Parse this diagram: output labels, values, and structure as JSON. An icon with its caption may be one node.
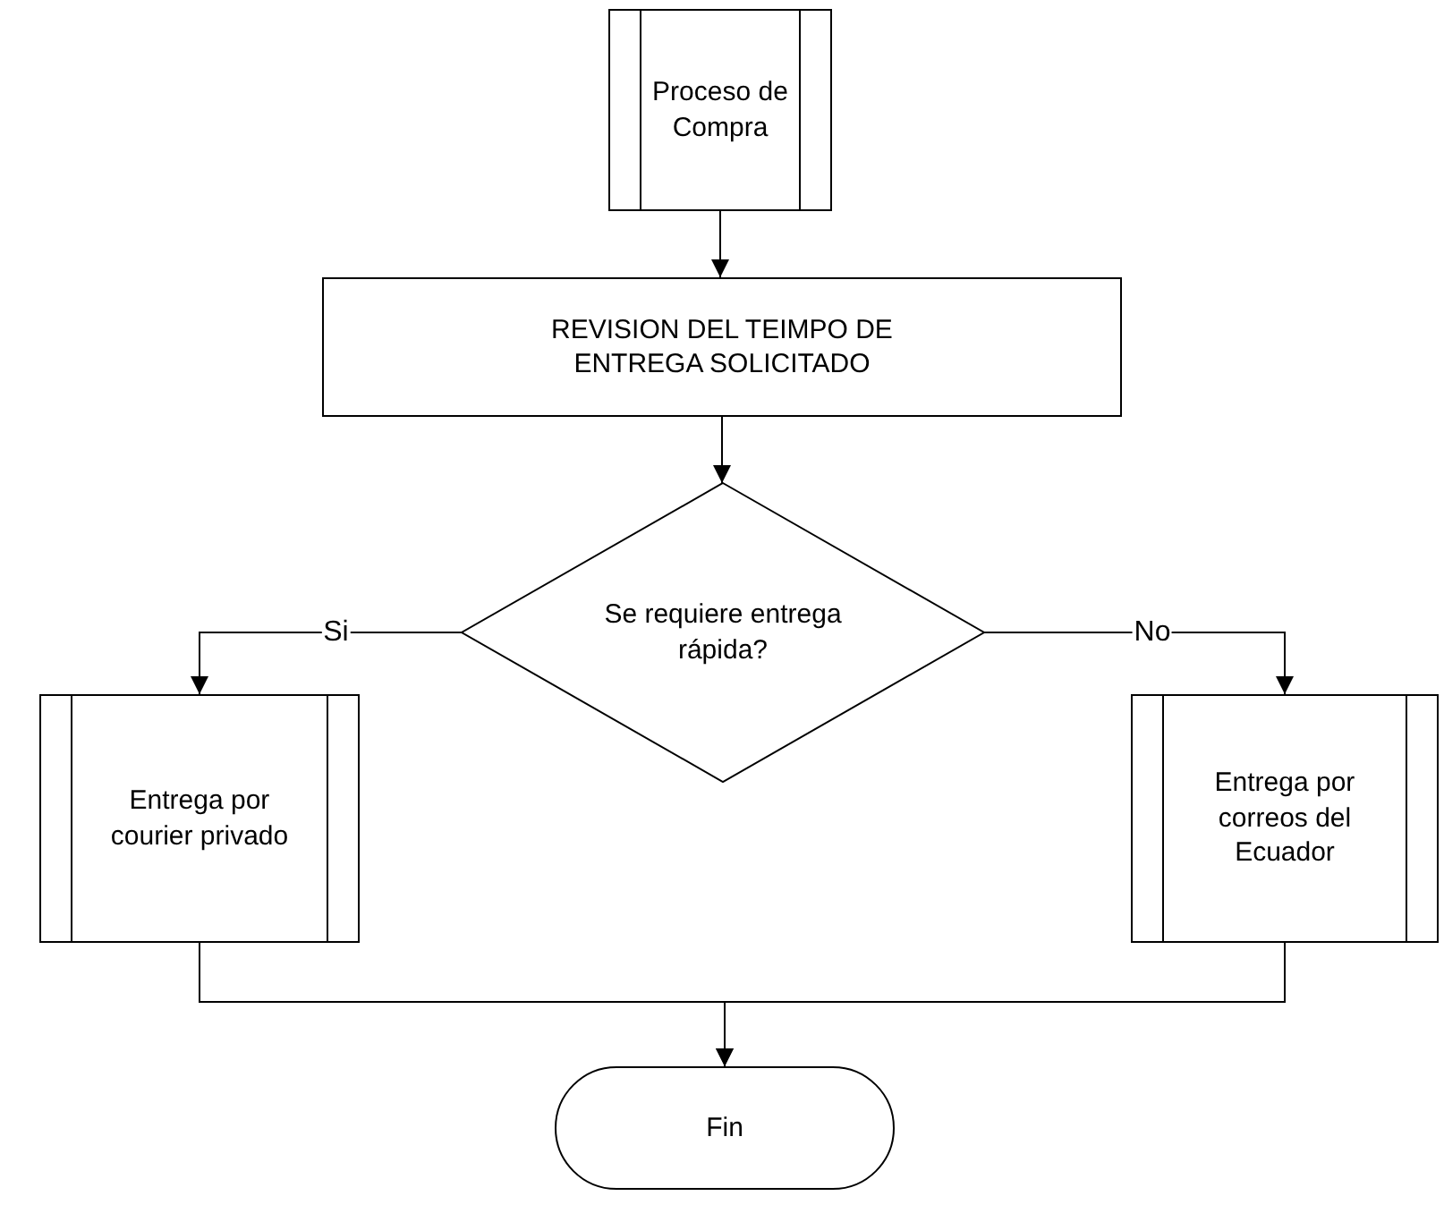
{
  "diagram": {
    "nodes": [
      {
        "text": [
          "Proceso de Compra"
        ]
      },
      {
        "text": [
          "REVISION DEL TEIMPO DE ENTREGA SOLICITADO"
        ]
      },
      {
        "text": [
          "Se requiere entrega rápida?"
        ]
      },
      {
        "text": [
          "Entrega por courier privado"
        ]
      },
      {
        "text": [
          "Entrega por correos del Ecuador"
        ]
      },
      {
        "text": [
          "Fin"
        ]
      }
    ],
    "edges": [
      {
        "from": 0,
        "to": 1,
        "arrow": "to"
      },
      {
        "from": 1,
        "to": 2,
        "arrow": "to"
      },
      {
        "from": 2,
        "to": 3,
        "arrow": "to",
        "label": "Si"
      },
      {
        "from": 2,
        "to": 4,
        "arrow": "to",
        "label": "No"
      },
      {
        "from": 3,
        "to": 5,
        "arrow": "to"
      },
      {
        "from": 4,
        "to": 5,
        "arrow": "to"
      }
    ]
  }
}
